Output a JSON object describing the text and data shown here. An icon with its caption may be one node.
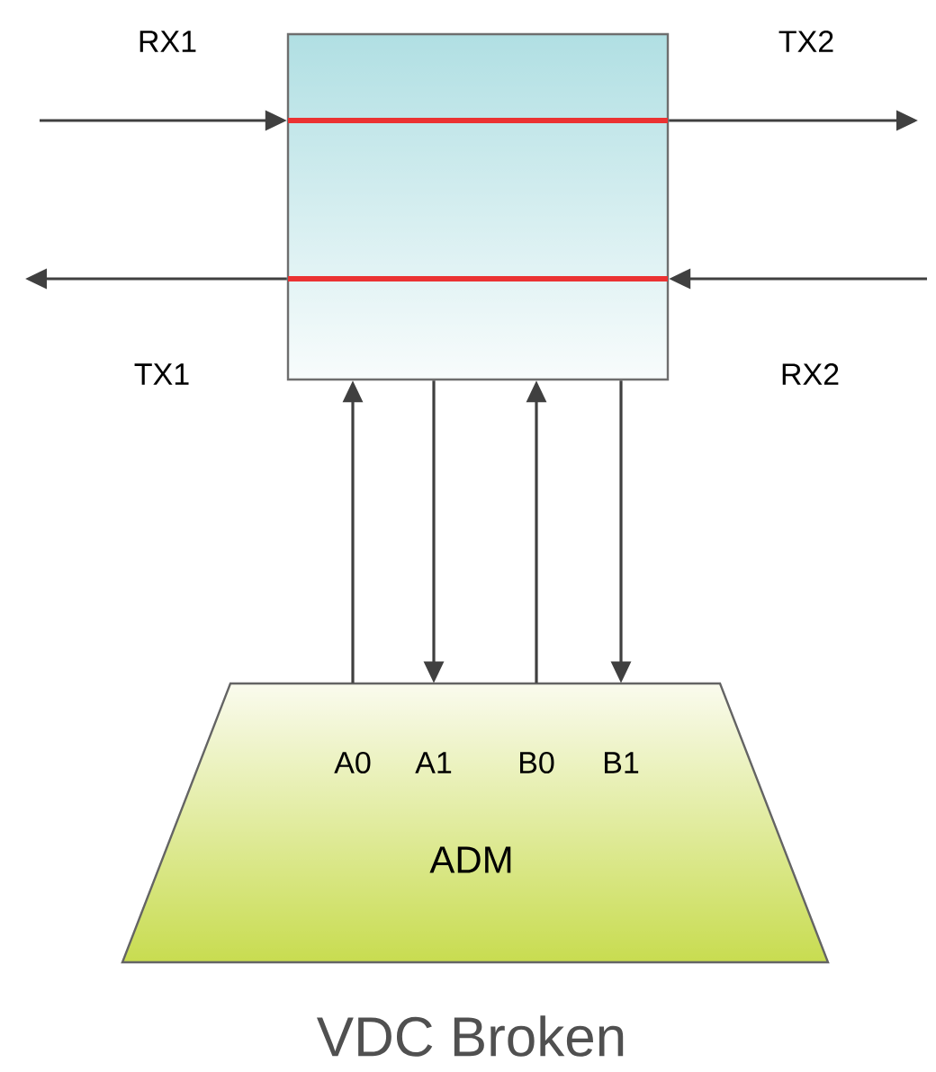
{
  "diagram": {
    "caption": "VDC Broken",
    "nodes": [
      {
        "text": [],
        "shape": "box"
      },
      {
        "text": [
          "A0",
          "A1",
          "B0",
          "B1",
          "ADM"
        ]
      }
    ],
    "edges": [
      {
        "from": null,
        "to": 0,
        "arrow": "to",
        "label": "RX1"
      },
      {
        "from": 0,
        "to": null,
        "arrow": "to",
        "label": "TX2"
      },
      {
        "from": 0,
        "to": null,
        "arrow": "to",
        "label": "TX1"
      },
      {
        "from": null,
        "to": 0,
        "arrow": "to",
        "label": "RX2"
      },
      {
        "from": 1,
        "to": 0,
        "arrow": "to"
      },
      {
        "from": 0,
        "to": 1,
        "arrow": "to"
      },
      {
        "from": 1,
        "to": 0,
        "arrow": "to"
      },
      {
        "from": 0,
        "to": 1,
        "arrow": "to"
      }
    ]
  }
}
